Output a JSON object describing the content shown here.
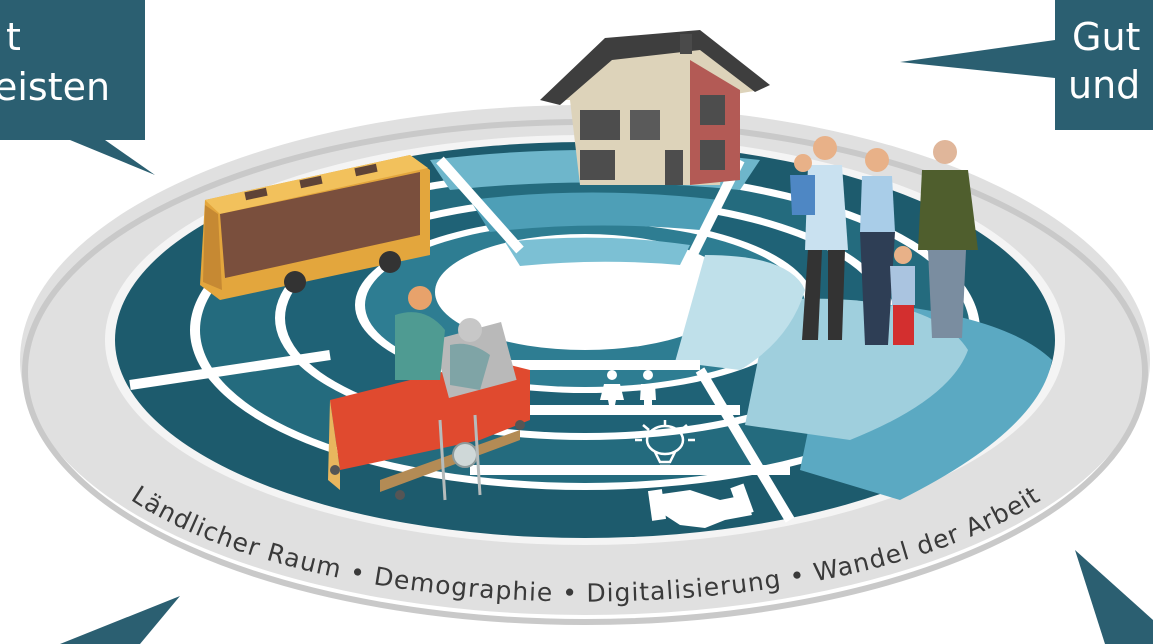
{
  "callouts": {
    "top_left": {
      "line1": "t",
      "line2": "eisten"
    },
    "top_right": {
      "line1": "Gut",
      "line2": "und"
    }
  },
  "outer_ring": {
    "label": "Ländlicher Raum  •  Demographie  •  Digitalisierung  •  Wandel der Arbeit"
  },
  "icons": {
    "restroom": "restroom-icon",
    "idea": "lightbulb-brain-icon",
    "handshake": "handshake-icon"
  },
  "colors": {
    "dark_teal": "#1d5b6d",
    "mid_teal": "#2e7d92",
    "light_teal": "#5ba9c2",
    "pale_teal": "#9fcfdd",
    "outer_grey": "#dfdfdf",
    "callout": "#2b5f71"
  }
}
